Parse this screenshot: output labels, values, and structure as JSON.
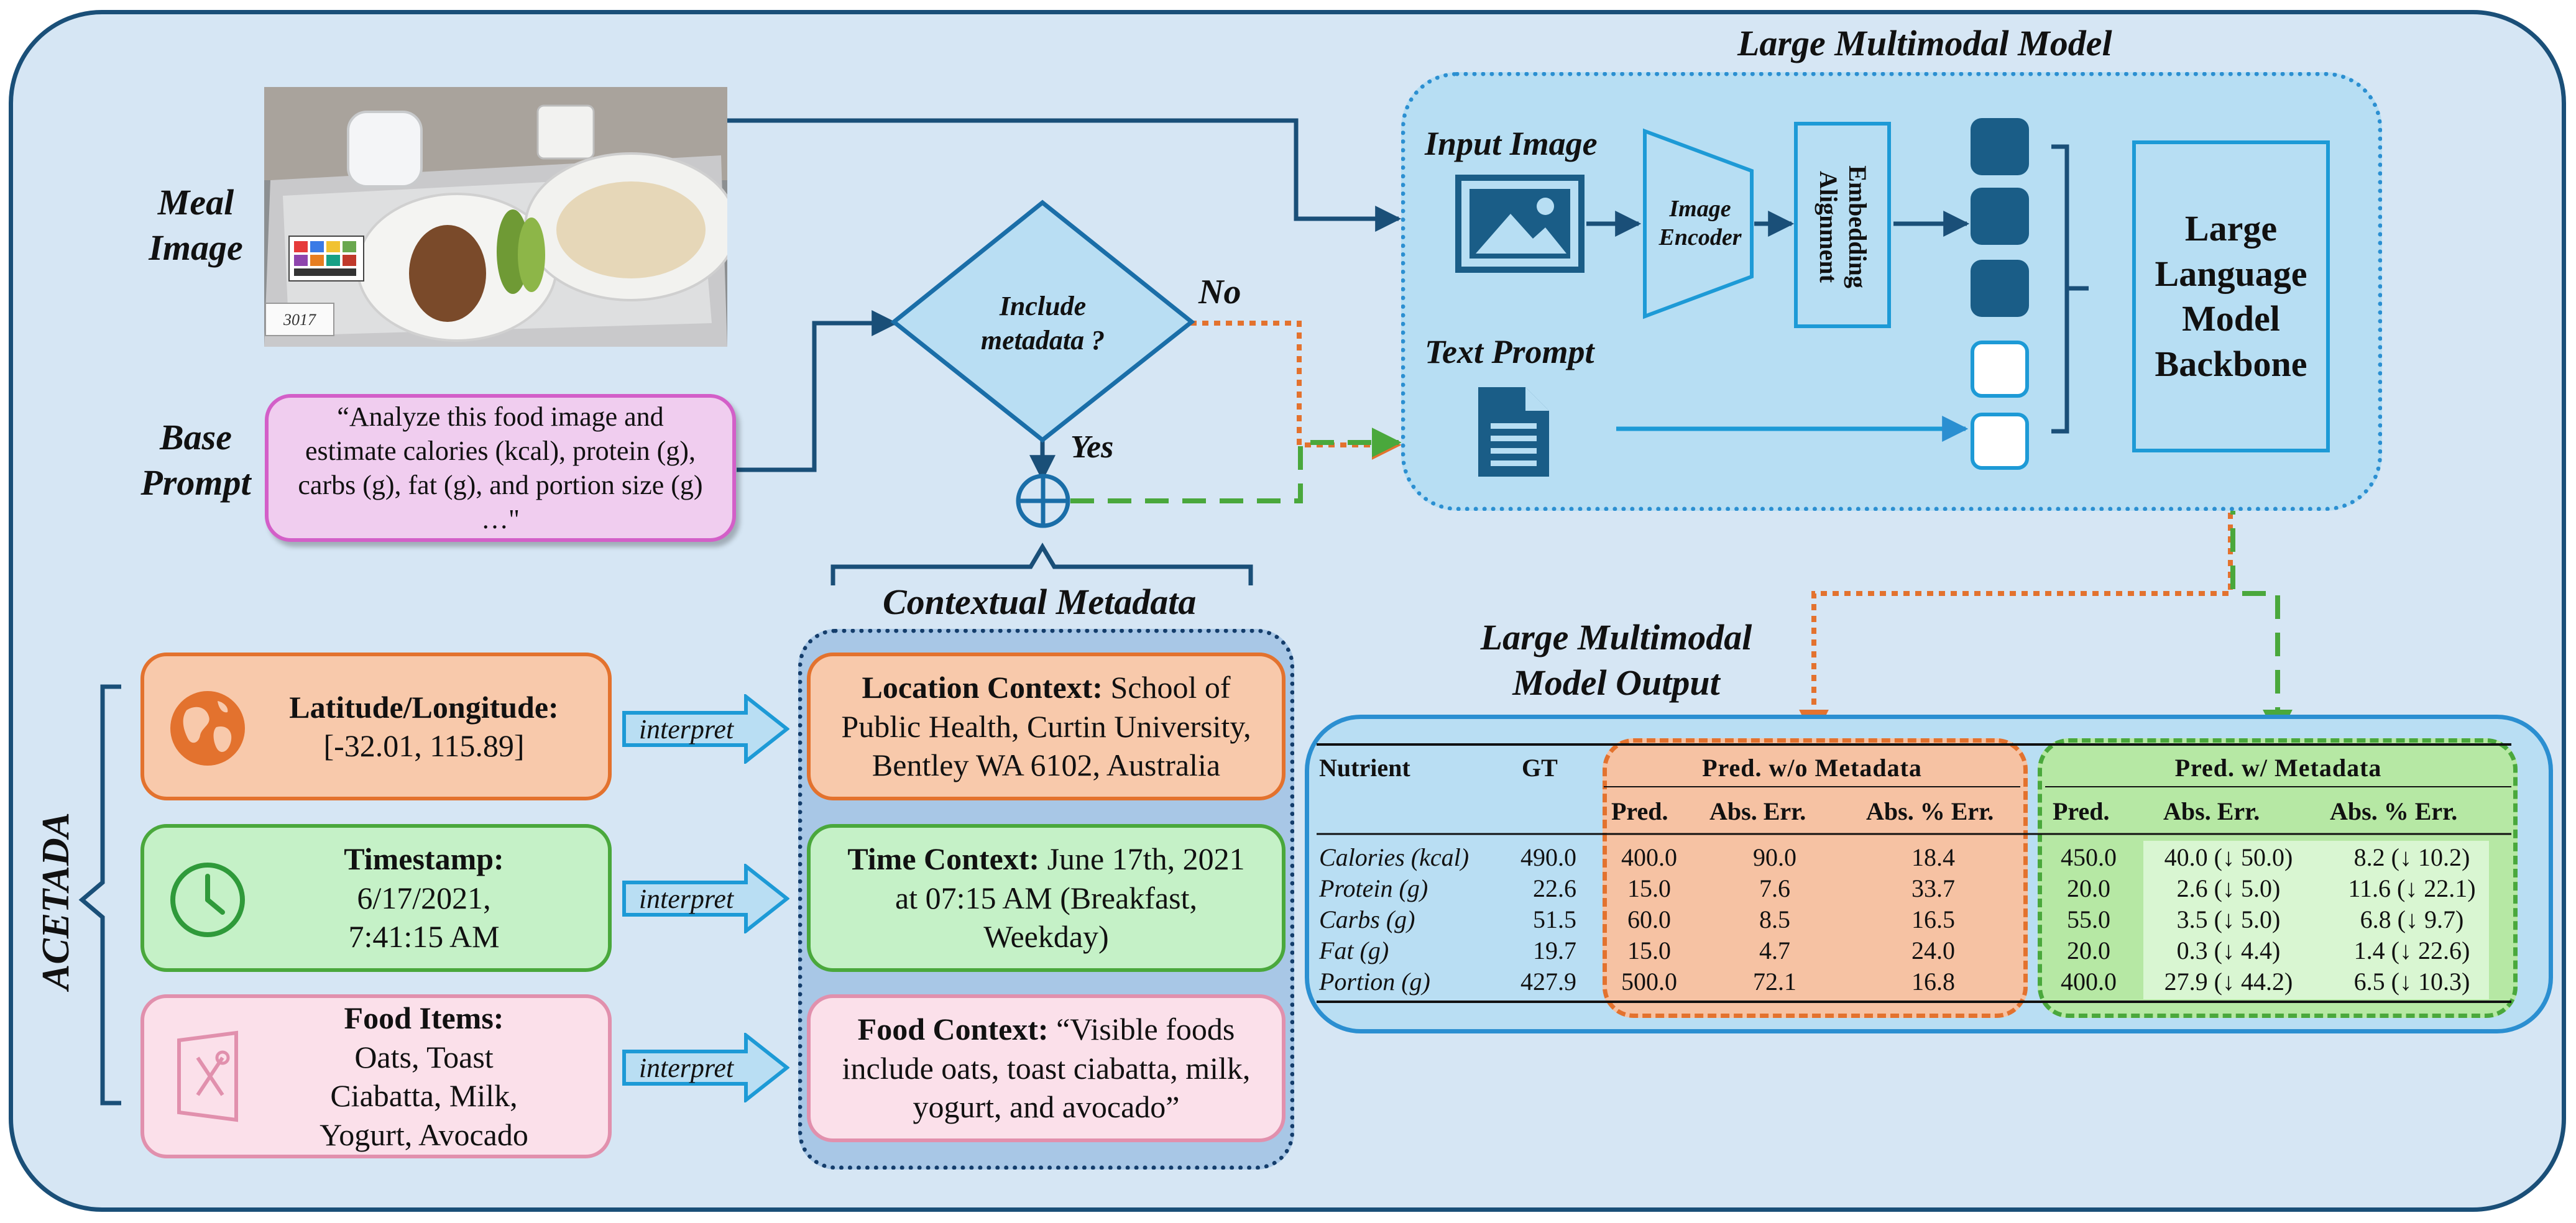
{
  "labels": {
    "meal_image": "Meal Image",
    "base_prompt": "Base Prompt",
    "acetada": "ACETADA",
    "include_metadata": "Include metadata ?",
    "no": "No",
    "yes": "Yes",
    "contextual_metadata": "Contextual Metadata",
    "lmm_title": "Large Multimodal Model",
    "lmm_output_title": "Large Multimodal Model Output",
    "input_image": "Input Image",
    "text_prompt": "Text Prompt",
    "image_encoder": "Image Encoder",
    "embedding_alignment": "Embedding Alignment",
    "llm_backbone": "Large Language Model Backbone",
    "interpret": "interpret",
    "tray_number": "3017"
  },
  "base_prompt_text": "“Analyze this food image and estimate calories (kcal), protein (g), carbs (g), fat (g), and portion size (g) …\"",
  "metadata_inputs": [
    {
      "title": "Latitude/Longitude:",
      "value": "[-32.01, 115.89]",
      "icon": "globe-icon"
    },
    {
      "title": "Timestamp:",
      "value": "6/17/2021, 7:41:15 AM",
      "icon": "clock-icon"
    },
    {
      "title": "Food Items:",
      "value": "Oats, Toast Ciabatta, Milk, Yogurt, Avocado",
      "icon": "menu-icon"
    }
  ],
  "contexts": [
    {
      "title": "Location Context:",
      "text": "School of Public Health, Curtin University, Bentley WA 6102, Australia"
    },
    {
      "title": "Time Context:",
      "text": "June 17th, 2021 at 07:15 AM (Breakfast, Weekday)"
    },
    {
      "title": "Food Context:",
      "text": "“Visible foods include oats, toast ciabatta, milk, yogurt, and avocado”"
    }
  ],
  "table": {
    "col_nutrient": "Nutrient",
    "col_gt": "GT",
    "group_without": "Pred. w/o Metadata",
    "group_with": "Pred. w/ Metadata",
    "sub_pred": "Pred.",
    "sub_abs_err": "Abs. Err.",
    "sub_abs_pct_err": "Abs. % Err.",
    "rows": [
      {
        "nutrient": "Calories (kcal)",
        "gt": "490.0",
        "wo_pred": "400.0",
        "wo_err": "90.0",
        "wo_pct": "18.4",
        "w_pred": "450.0",
        "w_err": "40.0 (↓ 50.0)",
        "w_pct": "8.2 (↓ 10.2)"
      },
      {
        "nutrient": "Protein (g)",
        "gt": "22.6",
        "wo_pred": "15.0",
        "wo_err": "7.6",
        "wo_pct": "33.7",
        "w_pred": "20.0",
        "w_err": "2.6 (↓ 5.0)",
        "w_pct": "11.6 (↓ 22.1)"
      },
      {
        "nutrient": "Carbs (g)",
        "gt": "51.5",
        "wo_pred": "60.0",
        "wo_err": "8.5",
        "wo_pct": "16.5",
        "w_pred": "55.0",
        "w_err": "3.5 (↓ 5.0)",
        "w_pct": "6.8 (↓ 9.7)"
      },
      {
        "nutrient": "Fat (g)",
        "gt": "19.7",
        "wo_pred": "15.0",
        "wo_err": "4.7",
        "wo_pct": "24.0",
        "w_pred": "20.0",
        "w_err": "0.3 (↓ 4.4)",
        "w_pct": "1.4 (↓ 22.6)"
      },
      {
        "nutrient": "Portion (g)",
        "gt": "427.9",
        "wo_pred": "500.0",
        "wo_err": "72.1",
        "wo_pct": "16.8",
        "w_pred": "400.0",
        "w_err": "27.9 (↓ 44.2)",
        "w_pct": "6.5 (↓ 10.3)"
      }
    ]
  },
  "colors": {
    "frame": "#1a4f78",
    "panel_blue": "#2b8fd1",
    "orange": "#e3722e",
    "green": "#4aa83c",
    "pink": "#e190ad",
    "diamond_fill": "#b9def3"
  }
}
